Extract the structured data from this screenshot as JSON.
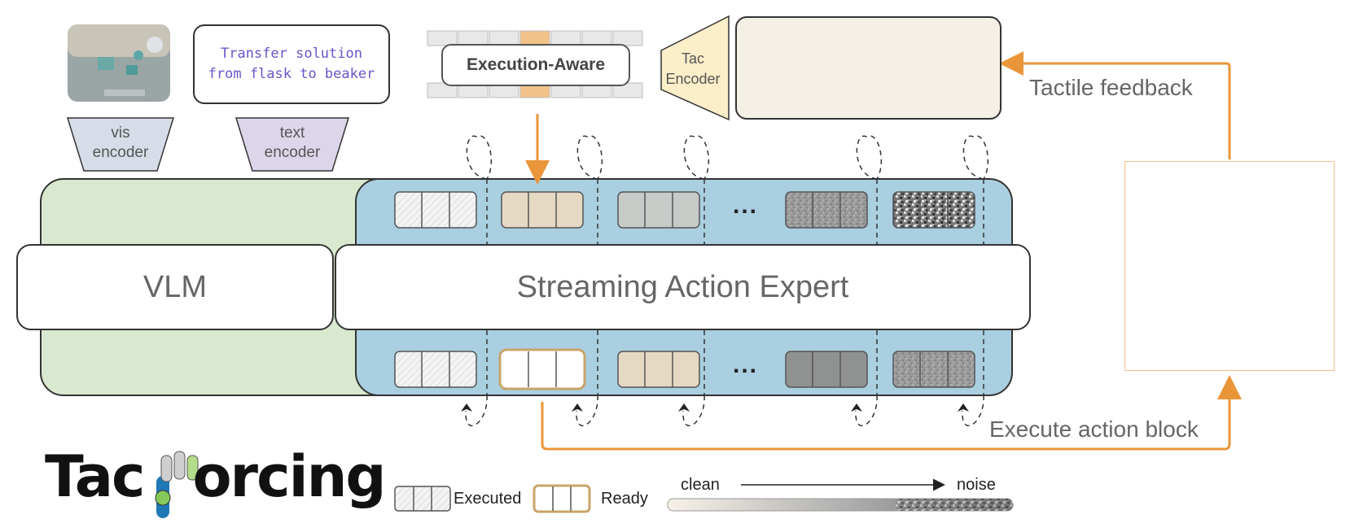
{
  "inputs": {
    "instruction_text": "Transfer solution\nfrom flask to beaker",
    "vis_encoder": "vis\nencoder",
    "text_encoder": "text\nencoder"
  },
  "execution_aware": {
    "label": "Execution-Aware"
  },
  "tac_encoder": {
    "label": "Tac\nEncoder"
  },
  "modules": {
    "vlm": "VLM",
    "streaming_action_expert": "Streaming Action Expert"
  },
  "arrows": {
    "tactile_feedback": "Tactile feedback",
    "execute_action_block": "Execute action block"
  },
  "ellipsis": "...",
  "legend": {
    "executed": "Executed",
    "ready": "Ready",
    "clean": "clean",
    "noise": "noise"
  },
  "logo": {
    "name": "TacForcing",
    "text_left": "Tac",
    "text_right": "orcing"
  },
  "colors": {
    "vlm_green": "#d8e9cf",
    "expert_blue": "#a9cfe0",
    "orange": "#e9963a",
    "clean_beige": "#e6d9c4",
    "ready_border": "#c9a46a"
  },
  "icons": [
    "robot-hands-image",
    "robot-pipette-image",
    "camera-scene-image"
  ]
}
